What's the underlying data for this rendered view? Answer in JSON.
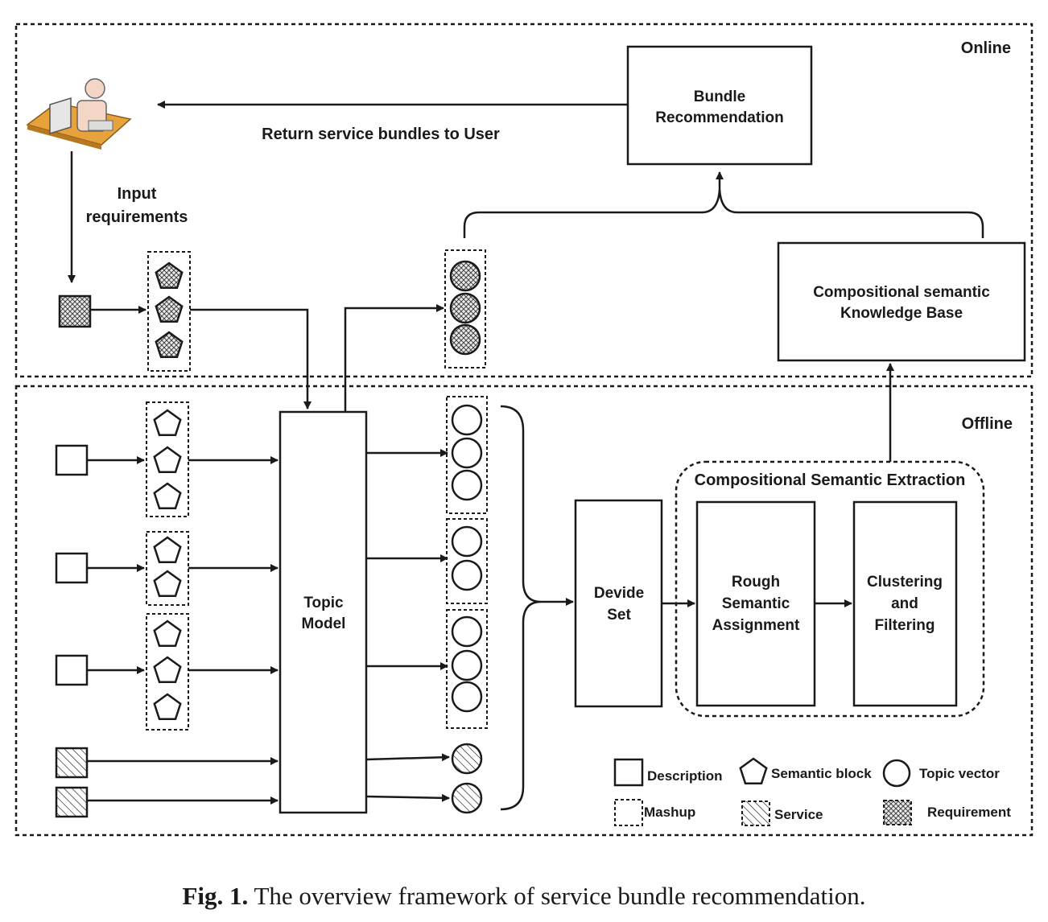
{
  "regions": {
    "online": "Online",
    "offline": "Offline"
  },
  "labels": {
    "return_arrow": "Return service bundles to User",
    "input_line1": "Input",
    "input_line2": "requirements",
    "bundle_line1": "Bundle",
    "bundle_line2": "Recommendation",
    "kb_line1": "Compositional semantic",
    "kb_line2": "Knowledge Base",
    "topic_line1": "Topic",
    "topic_line2": "Model",
    "devide_line1": "Devide",
    "devide_line2": "Set",
    "extraction_title": "Compositional Semantic Extraction",
    "rough_line1": "Rough",
    "rough_line2": "Semantic",
    "rough_line3": "Assignment",
    "cluster_line1": "Clustering",
    "cluster_line2": "and",
    "cluster_line3": "Filtering"
  },
  "legend": {
    "description": "Description",
    "semantic_block": "Semantic block",
    "topic_vector": "Topic vector",
    "mashup": "Mashup",
    "service": "Service",
    "requirement": "Requirement"
  },
  "caption": {
    "prefix": "Fig. 1.",
    "text": " The overview framework of service bundle recommendation."
  },
  "colors": {
    "stroke": "#1a1a1a",
    "user_desk": "#e8a23c",
    "user_skin": "#f3d6c6"
  }
}
